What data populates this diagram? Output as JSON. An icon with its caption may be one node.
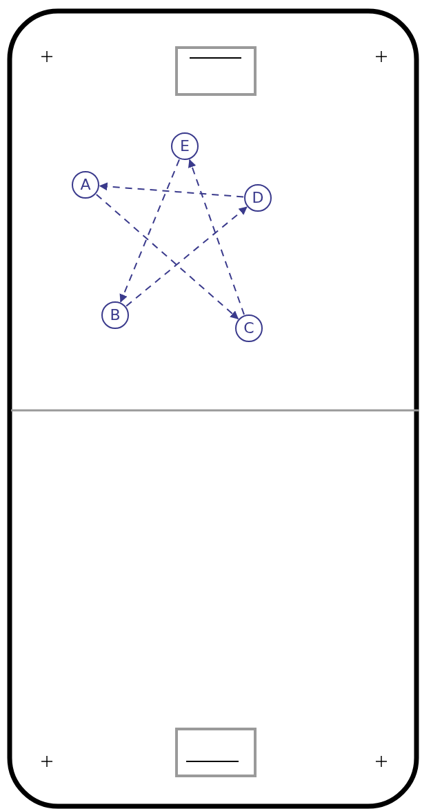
{
  "diagram": {
    "nodes": [
      {
        "text": [
          "E"
        ]
      },
      {
        "text": [
          "A"
        ]
      },
      {
        "text": [
          "D"
        ]
      },
      {
        "text": [
          "B"
        ]
      },
      {
        "text": [
          "C"
        ]
      }
    ],
    "edges": [
      {
        "from": 2,
        "to": 1,
        "arrow": "to",
        "style": "dashed"
      },
      {
        "from": 1,
        "to": 4,
        "arrow": "to",
        "style": "dashed"
      },
      {
        "from": 4,
        "to": 0,
        "arrow": "to",
        "style": "dashed"
      },
      {
        "from": 0,
        "to": 3,
        "arrow": "to",
        "style": "dashed"
      },
      {
        "from": 3,
        "to": 2,
        "arrow": "to",
        "style": "dashed"
      }
    ]
  }
}
